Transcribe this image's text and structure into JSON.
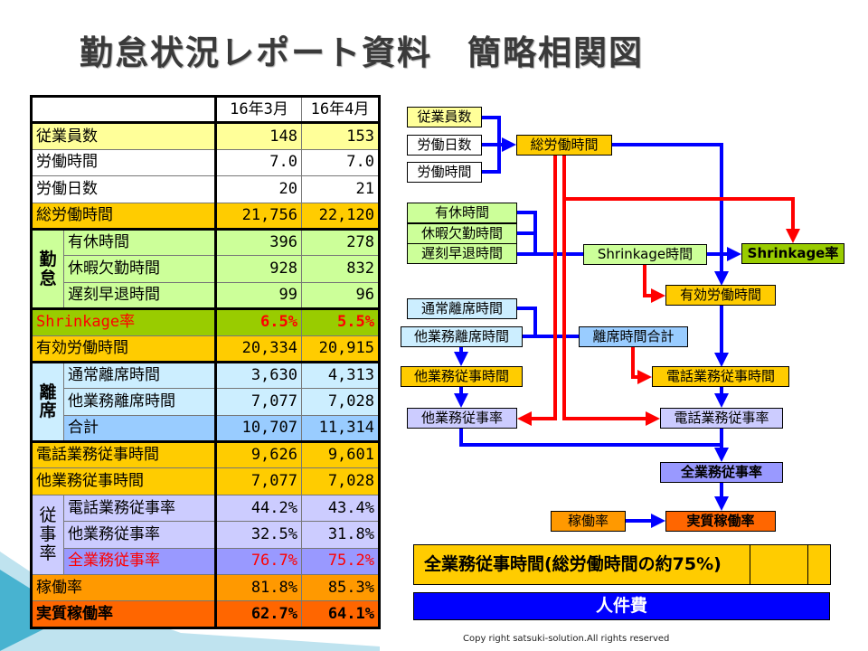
{
  "title": "勤怠状況レポート資料　簡略相関図",
  "table": {
    "headers": [
      "16年3月",
      "16年4月"
    ],
    "rows": {
      "employees": {
        "label": "従業員数",
        "v": [
          "148",
          "153"
        ]
      },
      "work_hours": {
        "label": "労働時間",
        "v": [
          "7.0",
          "7.0"
        ]
      },
      "work_days": {
        "label": "労働日数",
        "v": [
          "20",
          "21"
        ]
      },
      "total_hours": {
        "label": "総労働時間",
        "v": [
          "21,756",
          "22,120"
        ]
      },
      "paid_leave": {
        "label": "有休時間",
        "v": [
          "396",
          "278"
        ]
      },
      "absence": {
        "label": "休暇欠勤時間",
        "v": [
          "928",
          "832"
        ]
      },
      "late_early": {
        "label": "遅刻早退時間",
        "v": [
          "99",
          "96"
        ]
      },
      "shrinkage_rate": {
        "label": "Shrinkage率",
        "v": [
          "6.5%",
          "5.5%"
        ]
      },
      "effective_hours": {
        "label": "有効労働時間",
        "v": [
          "20,334",
          "20,915"
        ]
      },
      "normal_away": {
        "label": "通常離席時間",
        "v": [
          "3,630",
          "4,313"
        ]
      },
      "other_away": {
        "label": "他業務離席時間",
        "v": [
          "7,077",
          "7,028"
        ]
      },
      "away_total": {
        "label": "合計",
        "v": [
          "10,707",
          "11,314"
        ]
      },
      "phone_hours": {
        "label": "電話業務従事時間",
        "v": [
          "9,626",
          "9,601"
        ]
      },
      "other_hours": {
        "label": "他業務従事時間",
        "v": [
          "7,077",
          "7,028"
        ]
      },
      "phone_rate": {
        "label": "電話業務従事率",
        "v": [
          "44.2%",
          "43.4%"
        ]
      },
      "other_rate": {
        "label": "他業務従事率",
        "v": [
          "32.5%",
          "31.8%"
        ]
      },
      "all_rate": {
        "label": "全業務従事率",
        "v": [
          "76.7%",
          "75.2%"
        ]
      },
      "operation_rate": {
        "label": "稼働率",
        "v": [
          "81.8%",
          "85.3%"
        ]
      },
      "real_operation_rate": {
        "label": "実質稼働率",
        "v": [
          "62.7%",
          "64.1%"
        ]
      }
    },
    "groups": {
      "attendance": "勤怠",
      "away": "離席",
      "engagement": "従事率"
    }
  },
  "diagram": {
    "employees": "従業員数",
    "work_days": "労働日数",
    "work_hours": "労働時間",
    "total_hours": "総労働時間",
    "paid_leave": "有休時間",
    "absence": "休暇欠勤時間",
    "late_early": "遅刻早退時間",
    "shrinkage_hours": "Shrinkage時間",
    "shrinkage_rate": "Shrinkage率",
    "effective_hours": "有効労働時間",
    "normal_away": "通常離席時間",
    "other_away": "他業務離席時間",
    "away_total": "離席時間合計",
    "other_hours": "他業務従事時間",
    "phone_hours": "電話業務従事時間",
    "other_rate": "他業務従事率",
    "phone_rate": "電話業務従事率",
    "all_rate": "全業務従事率",
    "operation_rate": "稼働率",
    "real_operation_rate": "実質稼働率",
    "all_hours_bar": "全業務従事時間(総労働時間の約75%)",
    "labor_cost_bar": "人件費"
  },
  "copyright": "Copy right satsuki-solution.All rights reserved",
  "colors": {
    "blue": "#0000ff",
    "red": "#ff0000",
    "orange": "#ffcc00"
  }
}
